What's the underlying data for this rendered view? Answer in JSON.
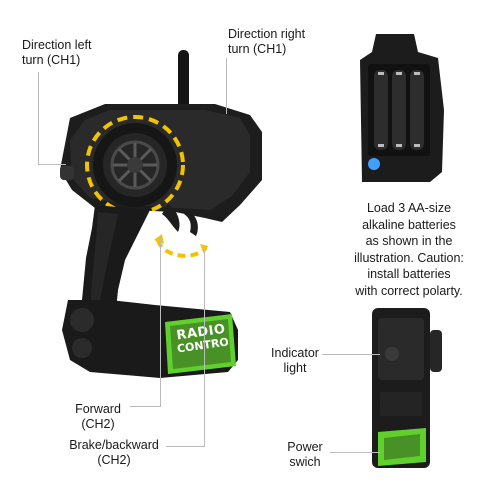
{
  "labels": {
    "direction_left": [
      "Direction left",
      "turn (CH1)"
    ],
    "direction_right": [
      "Direction right",
      "turn (CH1)"
    ],
    "forward": [
      "Forward",
      "(CH2)"
    ],
    "brake_backward": [
      "Brake/backward",
      "(CH2)"
    ],
    "batteries": [
      "Load 3 AA-size",
      "alkaline batteries",
      "as shown in the",
      "illustration. Caution:",
      "install batteries",
      "with correct polarty."
    ],
    "indicator": [
      "Indicator",
      "light"
    ],
    "power": [
      "Power",
      "swich"
    ]
  },
  "badge": {
    "line1": "RADIO",
    "line2": "CONTRO"
  },
  "colors": {
    "body": "#1c1c1c",
    "accent_yellow": "#f2c400",
    "accent_green": "#5fd02c",
    "leader": "#bbbbbb"
  }
}
